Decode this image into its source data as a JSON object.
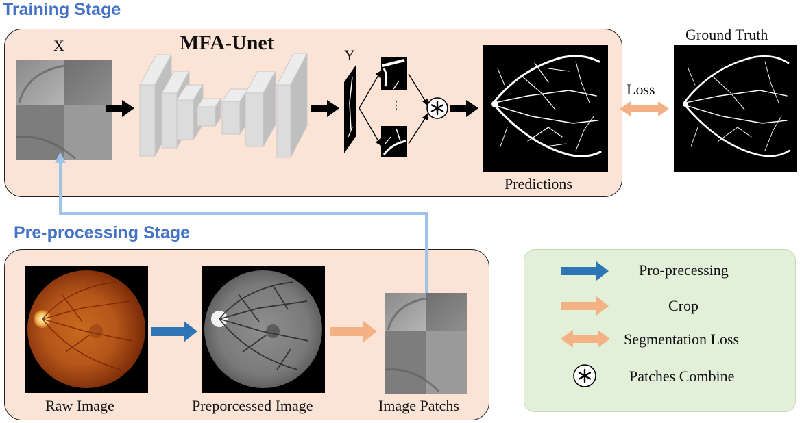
{
  "stages": {
    "training": "Training Stage",
    "preprocessing": "Pre-processing Stage"
  },
  "training": {
    "input_label": "X",
    "model_label": "MFA-Unet",
    "output_label": "Y",
    "predictions_label": "Predictions",
    "loss_label": "Loss",
    "ground_truth_label": "Ground Truth",
    "ellipsis": "⋮"
  },
  "preprocessing": {
    "raw_label": "Raw Image",
    "preprocessed_label": "Preporcessed Image",
    "patches_label": "Image Patchs"
  },
  "legend": {
    "items": [
      {
        "label": "Pro-precessing"
      },
      {
        "label": "Crop"
      },
      {
        "label": "Segmentation Loss"
      },
      {
        "label": "Patches Combine"
      }
    ]
  },
  "colors": {
    "stage_title": "#4472c4",
    "panel_fill": "#fbe3d5",
    "legend_fill": "#e2f0d9",
    "arrow_blue": "#2e75b6",
    "arrow_light_blue": "#9dc3e6",
    "arrow_peach": "#f4b183"
  },
  "icons": {
    "combine": "asterisk-circle-icon",
    "network": "unet-block-icon"
  }
}
